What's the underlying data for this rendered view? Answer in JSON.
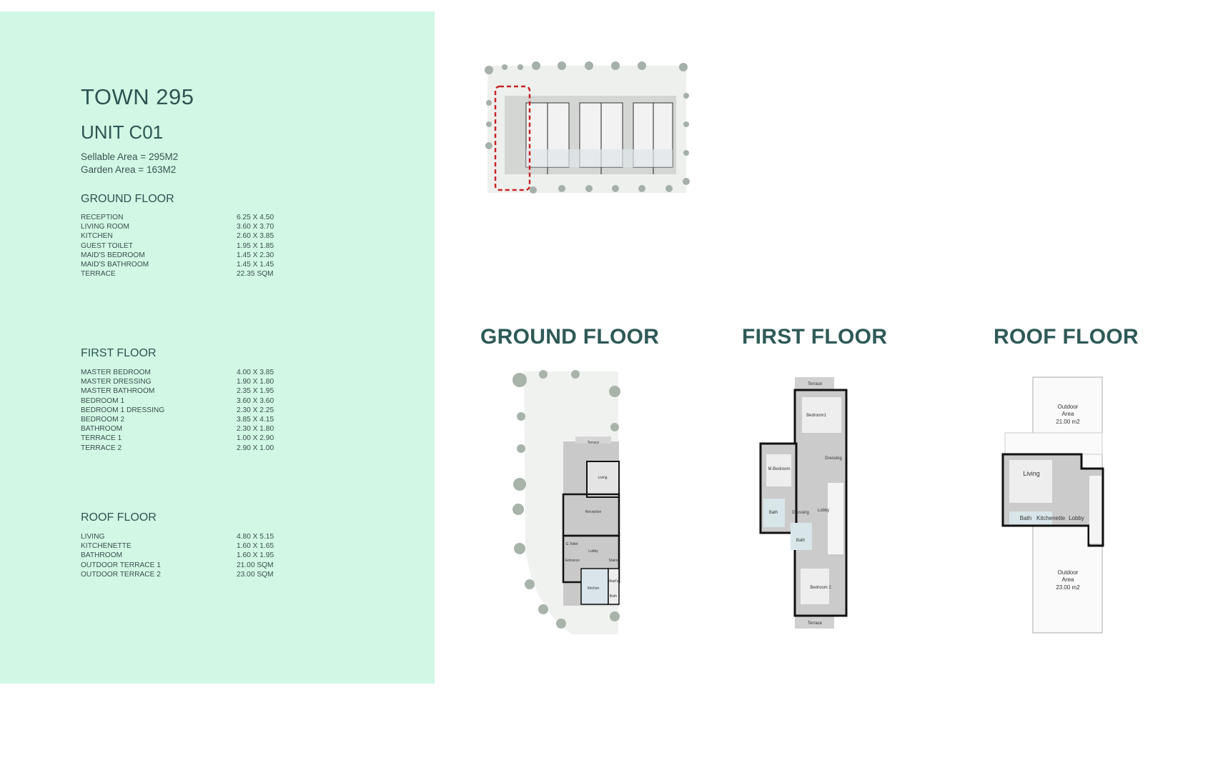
{
  "project": {
    "title": "TOWN 295",
    "unit": "UNIT C01",
    "sellable_label": "Sellable Area =",
    "sellable_value": "295M2",
    "garden_label": "Garden Area =",
    "garden_value": "163M2"
  },
  "colors": {
    "panel": "#d2f7e5",
    "heading": "#2e5a57",
    "highlight": "#cc2222"
  },
  "schedule": {
    "ground": {
      "heading": "GROUND FLOOR",
      "rows": [
        [
          "RECEPTION",
          "6.25 X 4.50"
        ],
        [
          "LIVING ROOM",
          "3.60 X 3.70"
        ],
        [
          "KITCHEN",
          "2.60 x 3.85"
        ],
        [
          "GUEST TOILET",
          "1.95 X 1.85"
        ],
        [
          "MAID'S BEDROOM",
          "1.45 X 2.30"
        ],
        [
          "MAID'S BATHROOM",
          "1.45 X 1.45"
        ],
        [
          "TERRACE",
          "22.35 SQM"
        ]
      ]
    },
    "first": {
      "heading": "FIRST FLOOR",
      "rows": [
        [
          "MASTER BEDROOM",
          "4.00 X 3.85"
        ],
        [
          "MASTER DRESSING",
          "1.90 X 1.80"
        ],
        [
          "MASTER BATHROOM",
          "2.35 X 1.95"
        ],
        [
          "BEDROOM 1",
          "3.60 X 3.60"
        ],
        [
          "BEDROOM 1 DRESSING",
          "2.30 X 2.25"
        ],
        [
          "BEDROOM 2",
          "3.85 X 4.15"
        ],
        [
          "BATHROOM",
          "2.30 X 1.80"
        ],
        [
          "TERRACE 1",
          "1.00 X 2.90"
        ],
        [
          "TERRACE 2",
          "2.90 X 1.00"
        ]
      ]
    },
    "roof": {
      "heading": "ROOF FLOOR",
      "rows": [
        [
          "LIVING",
          "4.80 X 5.15"
        ],
        [
          "KITCHENETTE",
          "1.60 X 1.65"
        ],
        [
          "BATHROOM",
          "1.60 X 1.95"
        ],
        [
          "OUTDOOR TERRACE 1",
          "21.00 SQM"
        ],
        [
          "OUTDOOR TERRACE 2",
          "23.00 SQM"
        ]
      ]
    }
  },
  "plans": {
    "ground": {
      "heading": "GROUND FLOOR",
      "rooms": [
        "Terrace",
        "Living",
        "Reception",
        "G.Toilet",
        "Lobby",
        "Entrance",
        "Stairs",
        "Maid's",
        "Kitchen",
        "Bath"
      ]
    },
    "first": {
      "heading": "FIRST FLOOR",
      "rooms": [
        "Terrace",
        "Bedroom1",
        "Dressing",
        "M.Bedroom",
        "Bath",
        "Dressing",
        "Lobby",
        "Bath",
        "Bedroom 2",
        "Terrace"
      ]
    },
    "roof": {
      "heading": "ROOF FLOOR",
      "rooms": [
        "Outdoor",
        "Area",
        "21.00 m2",
        "Living",
        "Bath",
        "Kitchenette",
        "Lobby",
        "Outdoor",
        "Area",
        "23.00 m2"
      ]
    }
  }
}
